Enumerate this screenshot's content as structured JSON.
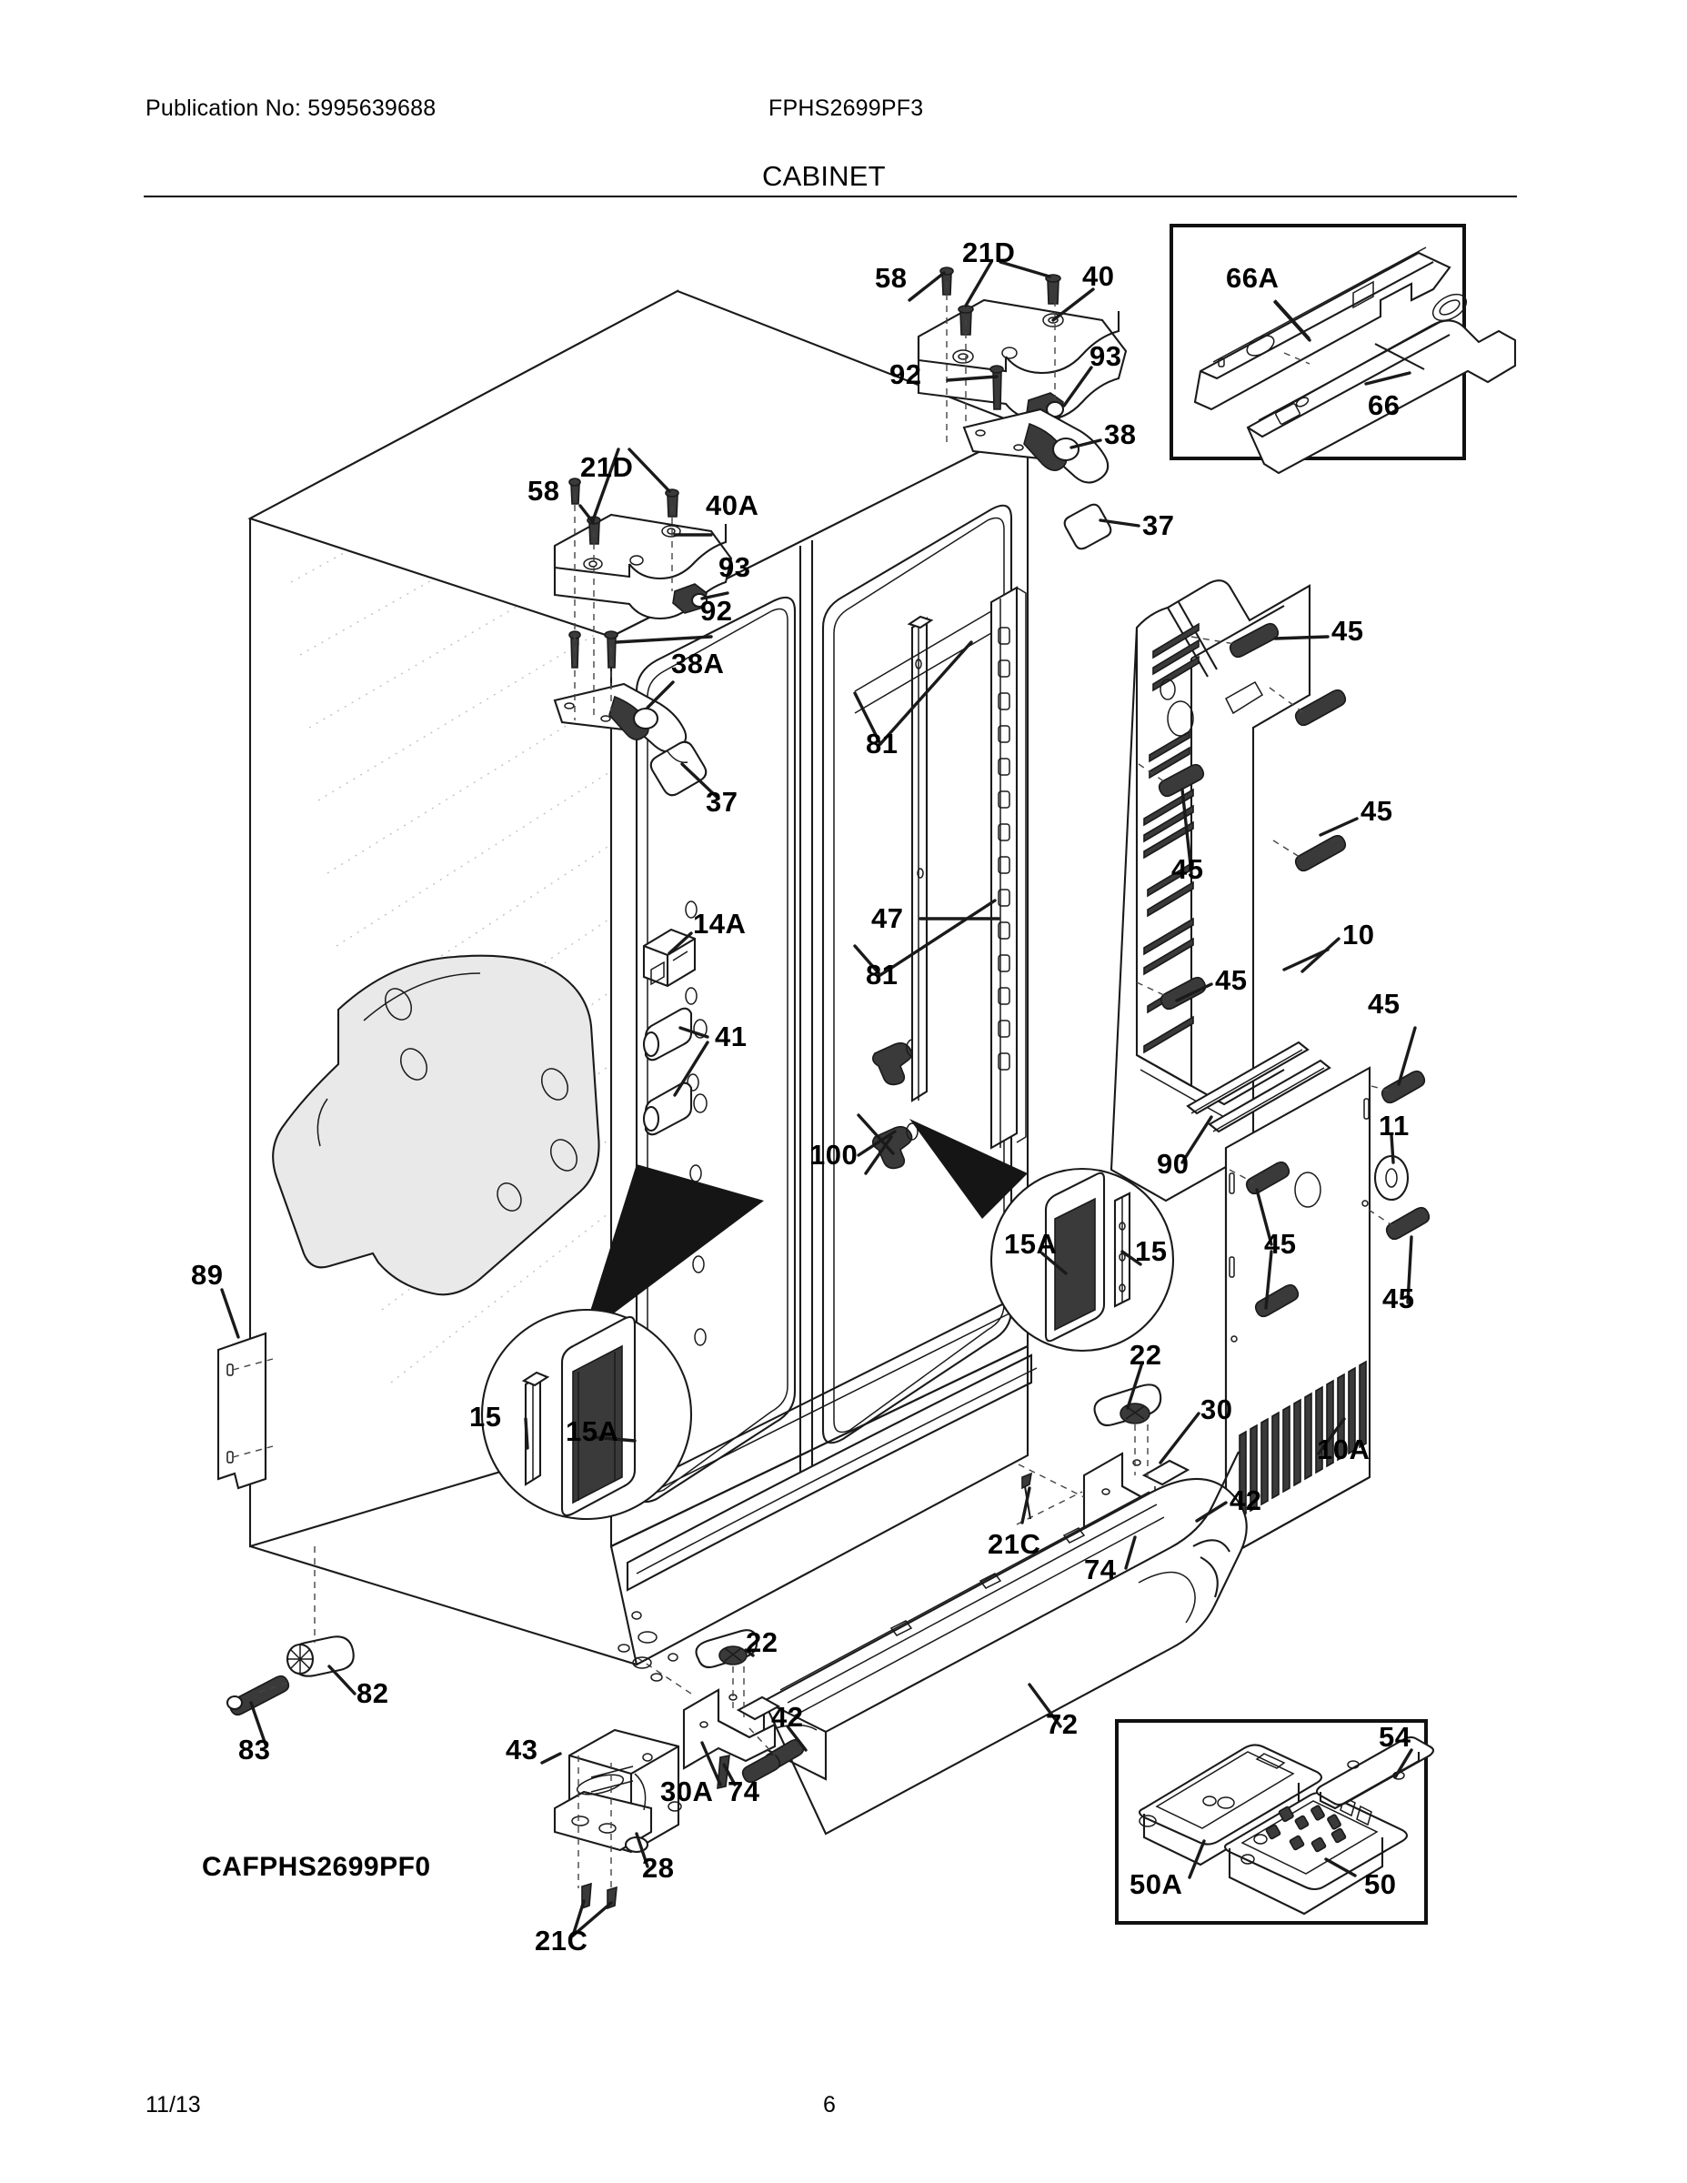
{
  "document": {
    "publication_label": "Publication No: 5995639688",
    "model_number": "FPHS2699PF3",
    "section_title": "CABINET",
    "model_code": "CAFPHS2699PF0",
    "footer_date": "11/13",
    "page_number": "6"
  },
  "callouts": {
    "top_hinge_right": {
      "c58": "58",
      "c21d": "21D",
      "c40": "40",
      "c93": "93",
      "c92": "92",
      "c38": "38"
    },
    "top_hinge_left": {
      "c58": "58",
      "c21d": "21D",
      "c40a": "40A",
      "c93": "93",
      "c92": "92",
      "c38a": "38A"
    },
    "cabinet_interior": {
      "c37a": "37",
      "c37b": "37",
      "c14a": "14A",
      "c41": "41",
      "c100": "100",
      "c81a": "81",
      "c81b": "81",
      "c47": "47"
    },
    "rear_panel": {
      "c45a": "45",
      "c45b": "45",
      "c45c": "45",
      "c45d": "45",
      "c10": "10",
      "c90": "90"
    },
    "side_panel": {
      "c45e": "45",
      "c45f": "45",
      "c45g": "45",
      "c11": "11",
      "c10a": "10A"
    },
    "magnifier_left": {
      "c15": "15",
      "c15a": "15A"
    },
    "magnifier_right": {
      "c15a": "15A",
      "c15": "15"
    },
    "bottom_left_hinge": {
      "c43": "43",
      "c28": "28",
      "c21c": "21C",
      "c30a": "30A",
      "c74": "74",
      "c42": "42",
      "c22": "22"
    },
    "bottom_right_hinge": {
      "c22": "22",
      "c30": "30",
      "c42": "42",
      "c74": "74",
      "c21c": "21C"
    },
    "kickplate": {
      "c72": "72"
    },
    "left_bracket": {
      "c89": "89",
      "c82": "82",
      "c83": "83"
    },
    "inset_top_right": {
      "c66a": "66A",
      "c66": "66"
    },
    "inset_bottom_right": {
      "c54": "54",
      "c50a": "50A",
      "c50": "50"
    }
  },
  "insets": {
    "top_right_label": "handle-assembly-inset",
    "bottom_right_label": "control-box-inset"
  },
  "colors": {
    "ink": "#1a1a1a",
    "paper": "#ffffff",
    "shade": "#e9e9e9",
    "dark": "#3a3a3a"
  }
}
